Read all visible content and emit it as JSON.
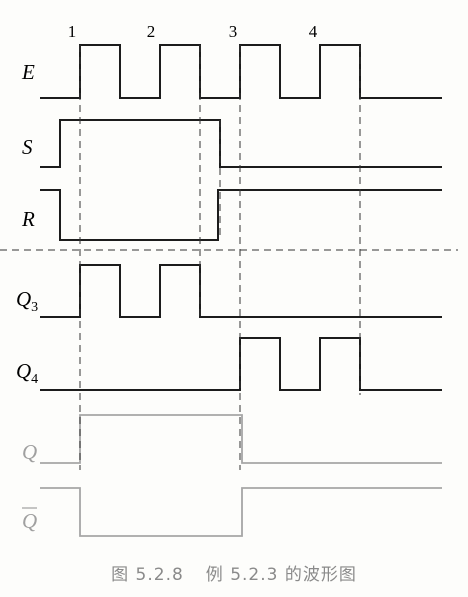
{
  "colors": {
    "trace": "#1c1c1c",
    "faded_trace": "#a6a6a6",
    "faded_text": "#a0a0a0",
    "caption_text": "#8a8a8a"
  },
  "pulse_markers": [
    "1",
    "2",
    "3",
    "4"
  ],
  "signals": [
    {
      "key": "E",
      "label": "E",
      "sub": "",
      "overbar": false,
      "faded": false
    },
    {
      "key": "S",
      "label": "S",
      "sub": "",
      "overbar": false,
      "faded": false
    },
    {
      "key": "R",
      "label": "R",
      "sub": "",
      "overbar": false,
      "faded": false
    },
    {
      "key": "Q3",
      "label": "Q",
      "sub": "3",
      "overbar": false,
      "faded": false
    },
    {
      "key": "Q4",
      "label": "Q",
      "sub": "4",
      "overbar": false,
      "faded": false
    },
    {
      "key": "Q",
      "label": "Q",
      "sub": "",
      "overbar": false,
      "faded": true
    },
    {
      "key": "Qbar",
      "label": "Q",
      "sub": "",
      "overbar": true,
      "faded": true
    }
  ],
  "caption": {
    "figure_number": "图 5.2.8",
    "title": "例 5.2.3 的波形图"
  }
}
